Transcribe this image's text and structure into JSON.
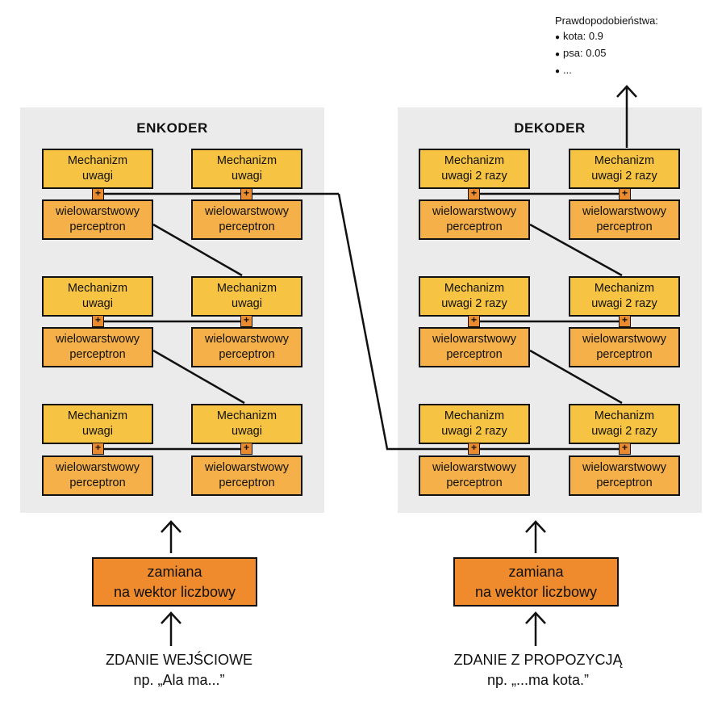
{
  "encoder": {
    "title": "ENKODER",
    "blocks": [
      {
        "attention": "Mechanizm\nuwagi",
        "mlp": "wielowarstwowy\nperceptron",
        "plus": "+"
      },
      {
        "attention": "Mechanizm\nuwagi",
        "mlp": "wielowarstwowy\nperceptron",
        "plus": "+"
      },
      {
        "attention": "Mechanizm\nuwagi",
        "mlp": "wielowarstwowy\nperceptron",
        "plus": "+"
      },
      {
        "attention": "Mechanizm\nuwagi",
        "mlp": "wielowarstwowy\nperceptron",
        "plus": "+"
      },
      {
        "attention": "Mechanizm\nuwagi",
        "mlp": "wielowarstwowy\nperceptron",
        "plus": "+"
      },
      {
        "attention": "Mechanizm\nuwagi",
        "mlp": "wielowarstwowy\nperceptron",
        "plus": "+"
      }
    ],
    "embedding": "zamiana\nna wektor liczbowy",
    "input_caption": "ZDANIE WEJŚCIOWE\nnp. „Ala ma...”"
  },
  "decoder": {
    "title": "DEKODER",
    "blocks": [
      {
        "attention": "Mechanizm\nuwagi 2 razy",
        "mlp": "wielowarstwowy\nperceptron",
        "plus": "+"
      },
      {
        "attention": "Mechanizm\nuwagi 2 razy",
        "mlp": "wielowarstwowy\nperceptron",
        "plus": "+"
      },
      {
        "attention": "Mechanizm\nuwagi 2 razy",
        "mlp": "wielowarstwowy\nperceptron",
        "plus": "+"
      },
      {
        "attention": "Mechanizm\nuwagi 2 razy",
        "mlp": "wielowarstwowy\nperceptron",
        "plus": "+"
      },
      {
        "attention": "Mechanizm\nuwagi 2 razy",
        "mlp": "wielowarstwowy\nperceptron",
        "plus": "+"
      },
      {
        "attention": "Mechanizm\nuwagi 2 razy",
        "mlp": "wielowarstwowy\nperceptron",
        "plus": "+"
      }
    ],
    "embedding": "zamiana\nna wektor liczbowy",
    "input_caption": "ZDANIE Z PROPOZYCJĄ\nnp. „...ma kota.”"
  },
  "output": {
    "title": "Prawdopodobieństwa:",
    "items": [
      "kota: 0.9",
      "psa: 0.05",
      "..."
    ]
  },
  "colors": {
    "panel": "#ebebeb",
    "attention": "#f6c342",
    "mlp": "#f5b04a",
    "plus": "#e98a2e",
    "embedding": "#ef8b2c",
    "line": "#111111"
  }
}
